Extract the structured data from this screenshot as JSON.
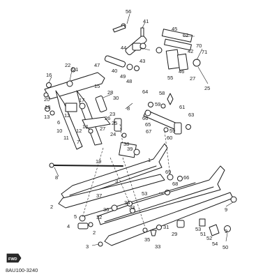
{
  "diagram": {
    "code": "8AU100-3240",
    "badge_text": "FWD",
    "callouts": [
      {
        "id": "c56",
        "text": "56"
      },
      {
        "id": "c41",
        "text": "41"
      },
      {
        "id": "c45",
        "text": "45"
      },
      {
        "id": "c62",
        "text": "62"
      },
      {
        "id": "c44",
        "text": "44"
      },
      {
        "id": "c42",
        "text": "42"
      },
      {
        "id": "c70",
        "text": "70"
      },
      {
        "id": "c71",
        "text": "71"
      },
      {
        "id": "c43",
        "text": "43"
      },
      {
        "id": "c47",
        "text": "47"
      },
      {
        "id": "c40",
        "text": "40"
      },
      {
        "id": "c49",
        "text": "49"
      },
      {
        "id": "c48",
        "text": "48"
      },
      {
        "id": "c55",
        "text": "55"
      },
      {
        "id": "c46",
        "text": "46"
      },
      {
        "id": "c27a",
        "text": "27"
      },
      {
        "id": "c25",
        "text": "25"
      },
      {
        "id": "c22",
        "text": "22"
      },
      {
        "id": "c21",
        "text": "21"
      },
      {
        "id": "c16",
        "text": "16"
      },
      {
        "id": "c15",
        "text": "15"
      },
      {
        "id": "c28",
        "text": "28"
      },
      {
        "id": "c30",
        "text": "30"
      },
      {
        "id": "c64",
        "text": "64"
      },
      {
        "id": "c58",
        "text": "58"
      },
      {
        "id": "c20",
        "text": "20"
      },
      {
        "id": "c17",
        "text": "17"
      },
      {
        "id": "c18",
        "text": "18"
      },
      {
        "id": "c13",
        "text": "13"
      },
      {
        "id": "c12a",
        "text": "12"
      },
      {
        "id": "c23",
        "text": "23"
      },
      {
        "id": "c8a",
        "text": "8"
      },
      {
        "id": "c59a",
        "text": "59"
      },
      {
        "id": "c61",
        "text": "61"
      },
      {
        "id": "c63",
        "text": "63"
      },
      {
        "id": "c14",
        "text": "14"
      },
      {
        "id": "c6",
        "text": "6"
      },
      {
        "id": "c10",
        "text": "10"
      },
      {
        "id": "c12b",
        "text": "12"
      },
      {
        "id": "c11",
        "text": "11"
      },
      {
        "id": "c26",
        "text": "26"
      },
      {
        "id": "c25b",
        "text": "25"
      },
      {
        "id": "c27b",
        "text": "27"
      },
      {
        "id": "c24",
        "text": "24"
      },
      {
        "id": "c66a",
        "text": "66"
      },
      {
        "id": "c65",
        "text": "65"
      },
      {
        "id": "c59b",
        "text": "59"
      },
      {
        "id": "c60",
        "text": "60"
      },
      {
        "id": "c67",
        "text": "67"
      },
      {
        "id": "c7",
        "text": "7"
      },
      {
        "id": "c19",
        "text": "19"
      },
      {
        "id": "c38",
        "text": "38"
      },
      {
        "id": "c39",
        "text": "39"
      },
      {
        "id": "c1",
        "text": "1"
      },
      {
        "id": "c8b",
        "text": "8"
      },
      {
        "id": "c69",
        "text": "69"
      },
      {
        "id": "c66b",
        "text": "66"
      },
      {
        "id": "c68",
        "text": "68"
      },
      {
        "id": "c53",
        "text": "53"
      },
      {
        "id": "c3a",
        "text": "3"
      },
      {
        "id": "c2a",
        "text": "2"
      },
      {
        "id": "c37",
        "text": "37"
      },
      {
        "id": "c34",
        "text": "34"
      },
      {
        "id": "c33",
        "text": "33"
      },
      {
        "id": "c36",
        "text": "36"
      },
      {
        "id": "c32",
        "text": "32"
      },
      {
        "id": "c5",
        "text": "5"
      },
      {
        "id": "c4",
        "text": "4"
      },
      {
        "id": "c2b",
        "text": "2"
      },
      {
        "id": "c9a",
        "text": "9"
      },
      {
        "id": "c31",
        "text": "31"
      },
      {
        "id": "c53b",
        "text": "53"
      },
      {
        "id": "c51",
        "text": "51"
      },
      {
        "id": "c52",
        "text": "52"
      },
      {
        "id": "c54",
        "text": "54"
      },
      {
        "id": "c29",
        "text": "29"
      },
      {
        "id": "c35",
        "text": "35"
      },
      {
        "id": "c33b",
        "text": "33"
      },
      {
        "id": "c9b",
        "text": "9"
      },
      {
        "id": "c50",
        "text": "50"
      },
      {
        "id": "c3b",
        "text": "3"
      }
    ]
  }
}
